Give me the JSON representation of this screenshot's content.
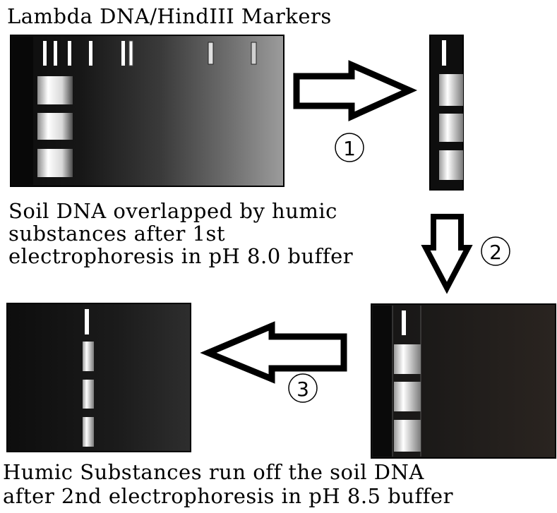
{
  "title": "Lambda DNA/HindIII Markers",
  "caption_top": [
    "Soil DNA overlapped by humic",
    "substances after 1st",
    "electrophoresis in pH 8.0 buffer"
  ],
  "caption_bottom": [
    "Humic Substances run off the soil DNA",
    "after 2nd electrophoresis in pH 8.5 buffer"
  ],
  "steps": [
    "1",
    "2",
    "3"
  ]
}
